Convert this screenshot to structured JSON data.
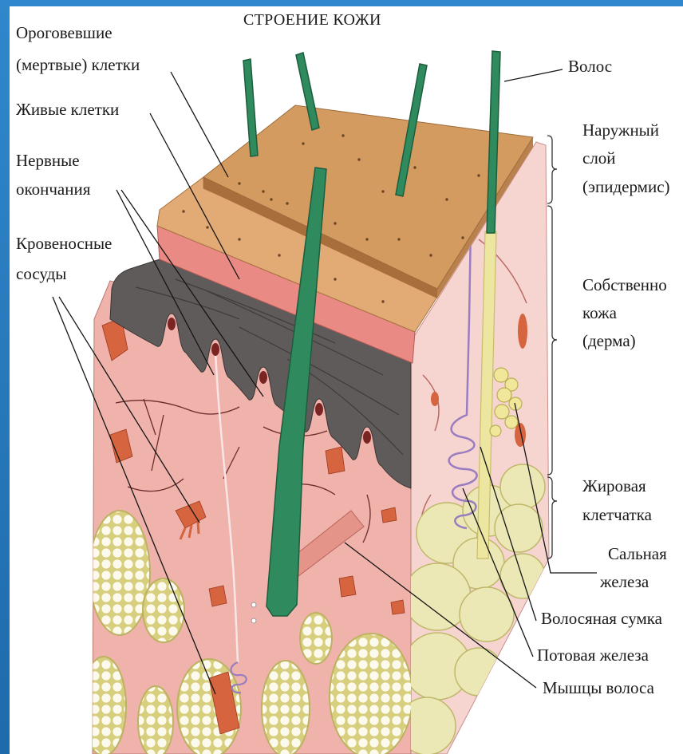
{
  "title": "СТРОЕНИЕ КОЖИ",
  "labels": {
    "keratinized_cells": [
      "Ороговевшие",
      "(мертвые) клетки"
    ],
    "living_cells": [
      "Живые клетки"
    ],
    "nerve_endings": [
      "Нервные",
      "окончания"
    ],
    "blood_vessels": [
      "Кровеносные",
      "сосуды"
    ],
    "hair": [
      "Волос"
    ],
    "epidermis": [
      "Наружный",
      "слой",
      "(эпидермис)"
    ],
    "dermis": [
      "Собственно",
      "кожа",
      "(дерма)"
    ],
    "subcutaneous_fat": [
      "Жировая",
      "клетчатка"
    ],
    "sebaceous_gland": [
      "Сальная",
      "железа"
    ],
    "hair_follicle": [
      "Волосяная сумка"
    ],
    "sweat_gland": [
      "Потовая железа"
    ],
    "hair_muscle": [
      "Мышцы волоса"
    ]
  },
  "colors": {
    "slide_background": "#2a7cc0",
    "epidermis_surface": "#d49b60",
    "epidermis_ledge": "#e2ab75",
    "living_layer": "#e98b84",
    "basal_layer": "#5f5b5b",
    "dermis": "#efb3ab",
    "dermis_side": "#f6d4d0",
    "fat_lobe": "#ebe8b5",
    "hair": "#2f8a5e",
    "blood_vessel": "#d5643f",
    "sweat_gland": "#9a7cc0"
  }
}
